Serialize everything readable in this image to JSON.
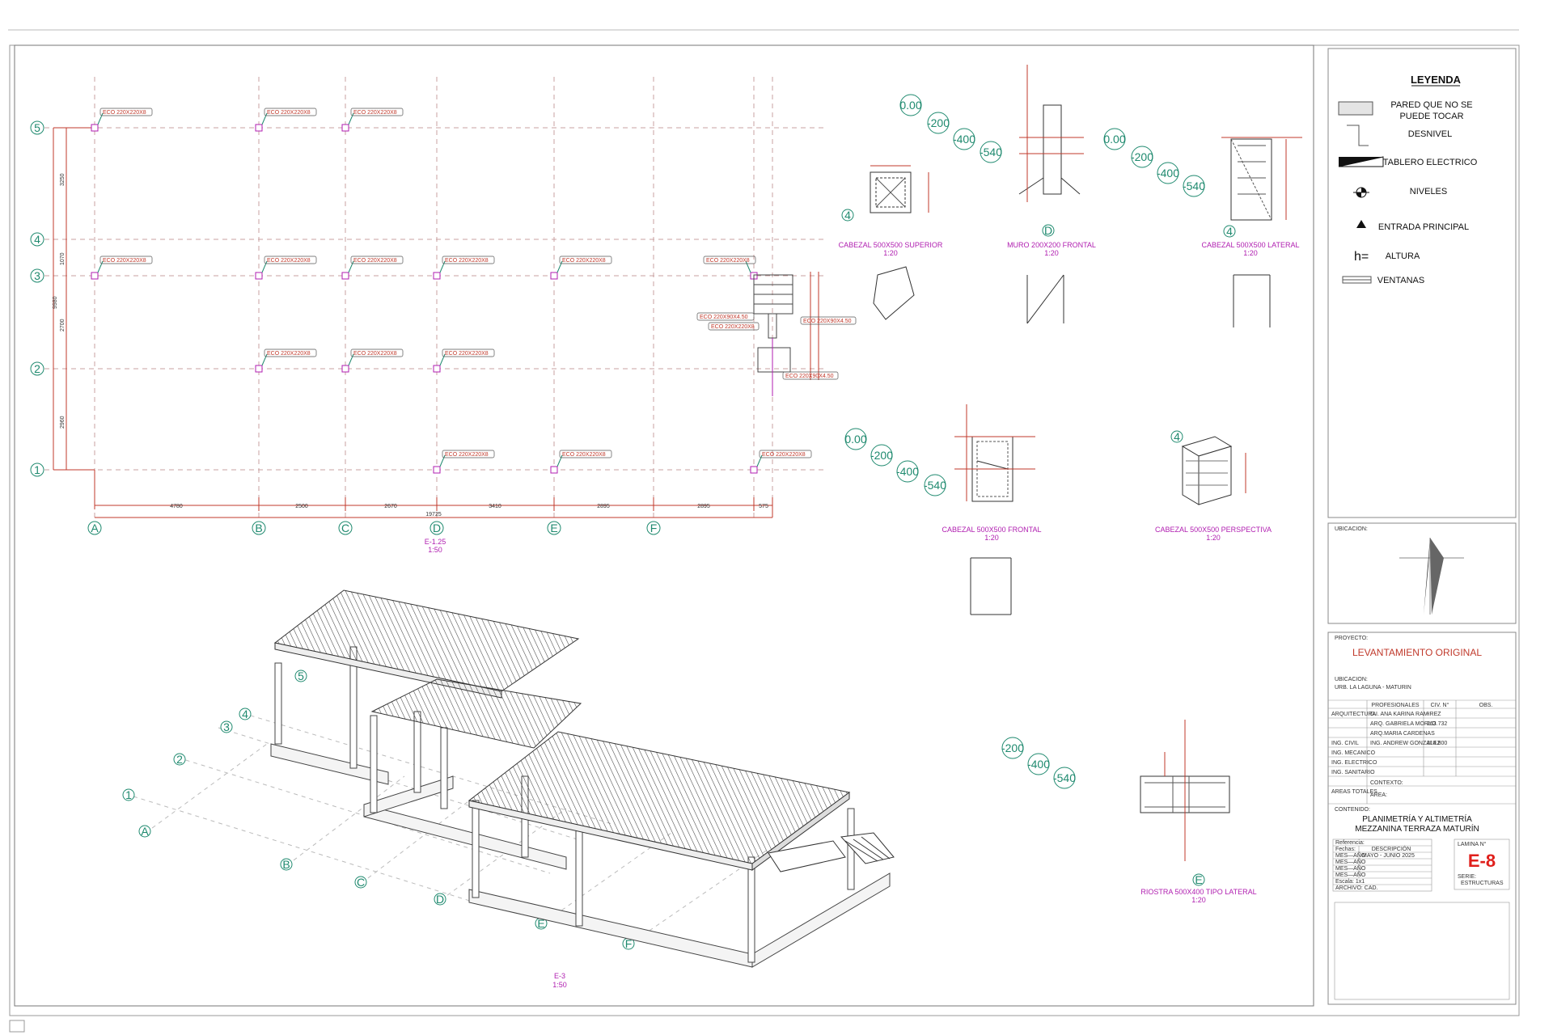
{
  "plan": {
    "row_labels": [
      "5",
      "4",
      "3",
      "2",
      "1"
    ],
    "col_labels": [
      "A",
      "B",
      "C",
      "D",
      "E",
      "F"
    ],
    "bottom_dims": [
      "4780",
      "2500",
      "2670",
      "3410",
      "2895",
      "2895",
      "575"
    ],
    "total_dim": "19725",
    "left_dims": [
      "3250",
      "1070",
      "2700",
      "2960"
    ],
    "total_left_dim": "9980",
    "eco_label": "ECO 220X220X8",
    "eco_side_1": "ECO 220X90X4.50",
    "eco_side_2": "ECO 220X220X8",
    "eco_side_3": "ECO 220X90X4.50",
    "eco_side_4": "ECO 220X90X4.50",
    "plan_title": "E-1.25",
    "plan_scale": "1:50"
  },
  "details": {
    "levels": [
      "0.00",
      "-200",
      "-400",
      "-540"
    ],
    "det1_title": "CABEZAL 500X500 SUPERIOR",
    "det1_scale": "1:20",
    "det2_title": "MURO 200X200 FRONTAL",
    "det2_scale": "1:20",
    "det3_title": "CABEZAL 500X500 LATERAL",
    "det3_scale": "1:20",
    "det4_title": "CABEZAL 500X500 FRONTAL",
    "det4_scale": "1:20",
    "det5_title": "CABEZAL 500X500 PERSPECTIVA",
    "det5_scale": "1:20",
    "det6_title": "RIOSTRA 500X400 TIPO LATERAL",
    "det6_scale": "1:20",
    "axis_d": "D",
    "axis_e": "E",
    "axis_4": "4",
    "iso_title": "E-3",
    "iso_scale": "1:50"
  },
  "legend": {
    "title": "LEYENDA",
    "items": [
      {
        "label": "PARED QUE NO SE",
        "label2": "PUEDE TOCAR",
        "icon": "hatch-icon"
      },
      {
        "label": "DESNIVEL",
        "icon": "step-icon"
      },
      {
        "label": "TABLERO ELECTRICO",
        "icon": "electric-panel-icon"
      },
      {
        "label": "NIVELES",
        "icon": "level-marker-icon"
      },
      {
        "label": "ENTRADA PRINCIPAL",
        "icon": "triangle-icon"
      },
      {
        "label": "ALTURA",
        "icon": "h-equals-icon",
        "symbol": "h="
      },
      {
        "label": "VENTANAS",
        "icon": "window-icon"
      }
    ]
  },
  "location": {
    "label": "UBICACION:"
  },
  "title_block": {
    "project_label": "PROYECTO:",
    "project_name": "LEVANTAMIENTO ORIGINAL",
    "location_label": "UBICACION:",
    "location_value": "URB. LA LAGUNA  -  MATURIN",
    "col_prof": "PROFESIONALES",
    "col_civ": "CIV. N°",
    "col_obs": "OBS.",
    "rows": [
      {
        "role": "ARQUITECTURA",
        "name": "D.I. ANA KARINA RAMIREZ",
        "num": "-"
      },
      {
        "role": "",
        "name": "ARQ. GABRIELA MORLO",
        "num": "263.732"
      },
      {
        "role": "",
        "name": "ARQ.MARIA CARDENAS",
        "num": ""
      },
      {
        "role": "ING. CIVIL",
        "name": "ING. ANDREW GONZALEZ",
        "num": "314.800"
      },
      {
        "role": "ING. MECANICO",
        "name": "",
        "num": ""
      },
      {
        "role": "ING. ELECTRICO",
        "name": "",
        "num": ""
      },
      {
        "role": "ING. SANITARIO",
        "name": "",
        "num": ""
      },
      {
        "role": "AREAS TOTALES",
        "name": "CONTEXTO:",
        "num": ""
      },
      {
        "role": "",
        "name": "AREA:",
        "num": ""
      }
    ],
    "content_label": "CONTENIDO:",
    "content_line1": "PLANIMETRÍA Y ALTIMETRÍA",
    "content_line2": "MEZZANINA TERRAZA MATURÍN",
    "ref_label": "Referencia:",
    "dates_label": "Fechas:",
    "desc_label": "DESCRIPCIÓN",
    "date_rows": [
      "MES—AÑO",
      "MES—AÑO",
      "MES—AÑO",
      "MES—AÑO"
    ],
    "date_value": "MAYO  -  JUNIO  2025",
    "scale_label": "Escala: 1x1",
    "file_label": "ARCHIVO:  CAD.",
    "sheet_label": "LAMINA  N°",
    "sheet_code": "E-8",
    "series_label": "SERIE:",
    "series_value": "ESTRUCTURAS"
  },
  "colors": {
    "axis": "#1f8a6f",
    "grid": "#c06060",
    "annotation": "#b01eb0",
    "title": "#c0392b",
    "sheet_code": "#e0201c"
  }
}
